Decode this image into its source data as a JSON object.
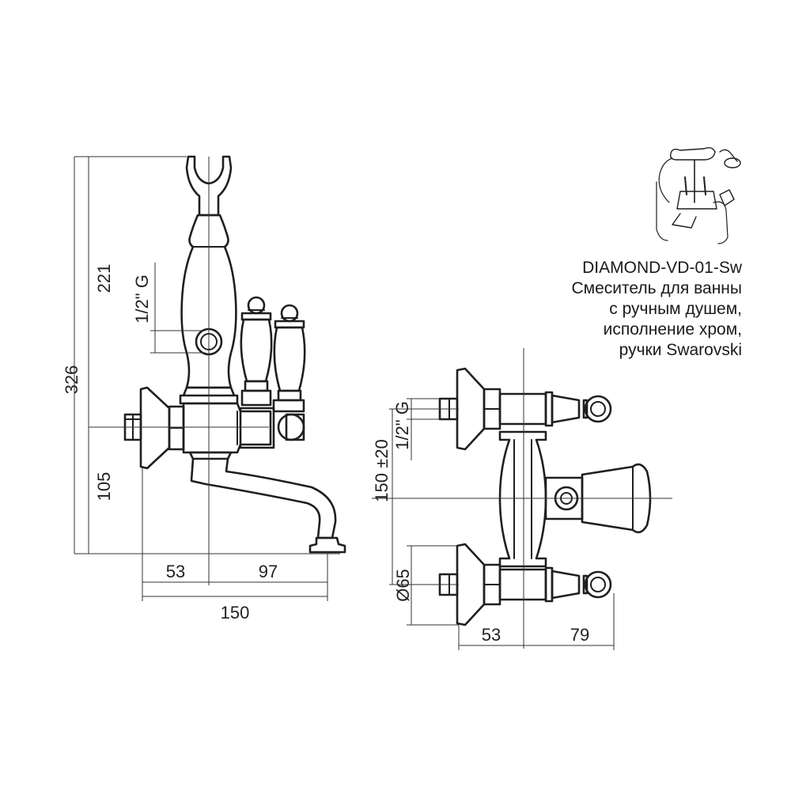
{
  "product": {
    "model": "DIAMOND-VD-01-Sw",
    "description_lines": [
      "Смеситель для ванны",
      "с ручным душем,",
      "исполнение хром,",
      "ручки Swarovski"
    ]
  },
  "side_view": {
    "dim_total_height": "326",
    "dim_upper_height": "221",
    "dim_lower_height": "105",
    "dim_thread": "1/2\" G",
    "dim_left_width": "53",
    "dim_right_width": "97",
    "dim_total_width": "150"
  },
  "top_view": {
    "dim_thread": "1/2\" G",
    "dim_center_distance": "150 ±20",
    "dim_diameter": "Ø65",
    "dim_left_width": "53",
    "dim_right_width": "79"
  }
}
